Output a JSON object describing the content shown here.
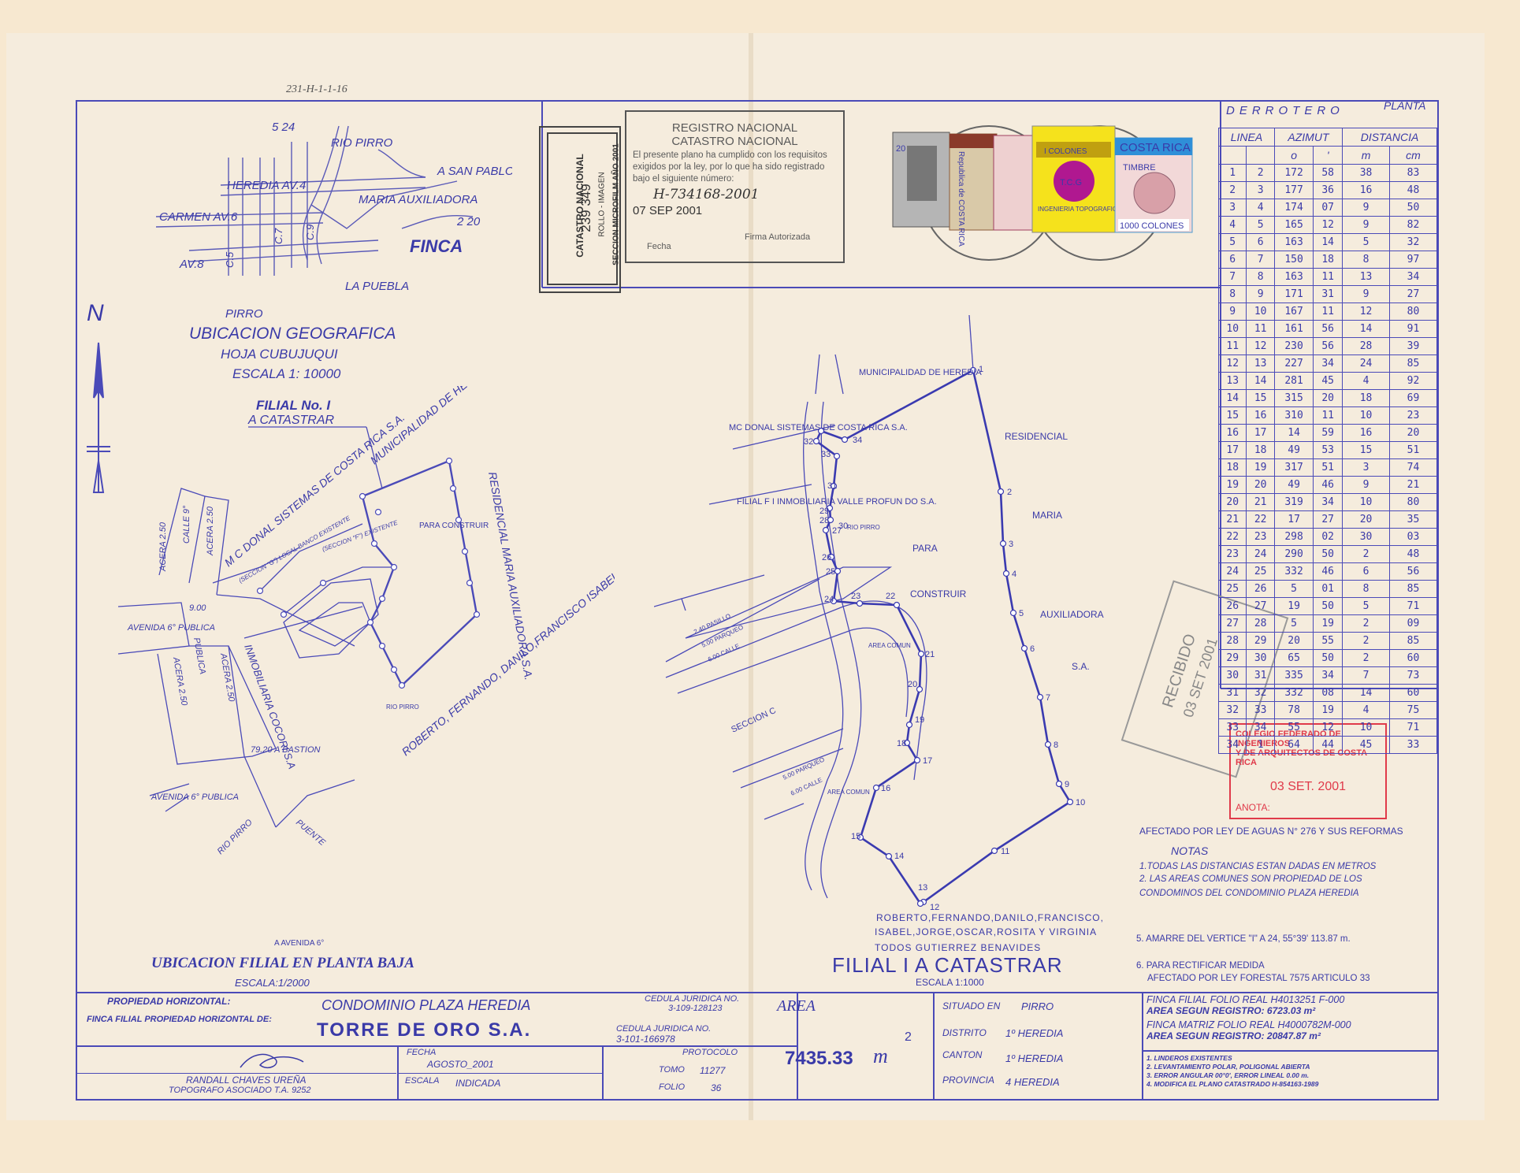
{
  "file_ref": "231-H-1-1-16",
  "location_map": {
    "labels": {
      "n524": "5 24",
      "rio_pirro": "RIO PIRRO",
      "a_san_pablo": "A SAN PABLO",
      "heredia_av4": "HEREDIA AV.4",
      "maria_aux": "MARIA AUXILIADORA",
      "n220": "2 20",
      "carmen_av6": "CARMEN AV.6",
      "c7": "C.7",
      "c9": "C.9",
      "c5": "C.5",
      "av8": "AV.8",
      "finca": "FINCA",
      "la_puebla": "LA PUEBLA",
      "pirro": "PIRRO"
    },
    "title": "UBICACION GEOGRAFICA",
    "hoja": "HOJA CUBUJUQUI",
    "escala": "ESCALA 1: 10000"
  },
  "north": "N",
  "left_plan": {
    "filial_label": "FILIAL No. I",
    "a_catastrar": "A CATASTRAR",
    "title": "UBICACION FILIAL EN PLANTA BAJA",
    "escala": "ESCALA:1/2000",
    "labels": {
      "municipalidad": "MUNICIPALIDAD DE HEREDIA",
      "mcdonal": "M C DONAL SISTEMAS DE COSTA RICA S.A.",
      "residencial": "RESIDENCIAL MARIA AUXILIADORA S.A.",
      "para_construir": "PARA CONSTRUIR",
      "owners": "ROBERTO, FERNANDO, DANILO,FRANCISCO ISABEL, JORGE, OSCAR, ROSITA, Y VIRGINIA GUTIERREZ BENAVIDES",
      "acera1": "ACERA 2.50",
      "calle9": "CALLE 9°",
      "acera2": "ACERA 2.50",
      "av6_publica": "AVENIDA 6° PUBLICA",
      "n900": "9.00",
      "publica": "PUBLICA",
      "acera3": "ACERA 2.50",
      "acera4": "ACERA 2.50",
      "inmobiliaria": "INMOBILIARIA COCORI S.A",
      "bastion": "79.20 A BASTION",
      "av6_publica2": "AVENIDA 6° PUBLICA",
      "puente": "PUENTE",
      "rio_pirro": "RIO PIRRO",
      "a_av6": "A AVENIDA 6°",
      "rio_pirro2": "RIO PIRRO",
      "seccion_g": "(SECCION \"G\") LOCAL BANCO EXISTENTE",
      "seccion_f": "(SECCION \"F\") EXISTENTE"
    }
  },
  "main_plan": {
    "title": "FILIAL I A CATASTRAR",
    "escala": "ESCALA 1:1000",
    "labels": {
      "municipalidad": "MUNICIPALIDAD DE HEREDIA",
      "mcdonal": "MC DONAL SISTEMAS DE COSTA RICA S.A.",
      "filial_f1": "FILIAL F I INMOBILIARIA VALLE PROFUN DO S.A.",
      "rio_pirro": "RIO PIRRO",
      "residencial": "RESIDENCIAL",
      "maria": "MARIA",
      "para": "PARA",
      "construir": "CONSTRUIR",
      "auxiliadora": "AUXILIADORA",
      "sa": "S.A.",
      "area_comun1": "AREA COMUN",
      "area_comun2": "AREA COMUN",
      "seccion_c": "SECCION C",
      "pasillo": "2.40 PASILLO",
      "parqueo1": "5.00 PARQUEO",
      "calle1": "6.00 CALLE",
      "parqueo2": "5.00 PARQUEO",
      "calle2": "6.00 CALLE",
      "owners1": "ROBERTO,FERNANDO,DANILO,FRANCISCO,",
      "owners2": "ISABEL,JORGE,OSCAR,ROSITA Y VIRGINIA",
      "owners3": "TODOS GUTIERREZ BENAVIDES"
    },
    "vertices": [
      "1",
      "2",
      "3",
      "4",
      "5",
      "6",
      "7",
      "8",
      "9",
      "10",
      "11",
      "12",
      "13",
      "14",
      "15",
      "16",
      "17",
      "18",
      "19",
      "20",
      "21",
      "22",
      "23",
      "24",
      "25",
      "26",
      "27",
      "28",
      "29",
      "30",
      "31",
      "32",
      "33",
      "34"
    ]
  },
  "stamps": {
    "catastro_nacional": "CATASTRO NACIONAL",
    "catastro_num": "239 349",
    "rollo": "ROLLO - IMAGEN",
    "microfilm": "SECCION MICROFILM AÑO 2001",
    "registro_title1": "REGISTRO NACIONAL",
    "registro_title2": "CATASTRO NACIONAL",
    "registro_text": "El presente plano ha cumplido con los requisitos exigidos por la ley, por lo que ha sido registrado bajo el siguiente número:",
    "plano_num": "H-734168-2001",
    "registro_date": "07 SEP 2001",
    "fecha_label": "Fecha",
    "firma_label": "Firma Autorizada",
    "colegio1": "COLEGIO FEDERADO DE INGENIEROS",
    "colegio2": "Y DE ARQUITECTOS DE COSTA RICA",
    "colegio_date": "03 SET. 2001",
    "anota": "ANOTA:",
    "recibido": "RECIBIDO",
    "recibido_date": "03 SET 2001",
    "timbre1_top": "COSTA RICA",
    "timbre1_label": "TIMBRE",
    "timbre1_value": "1000 COLONES",
    "timbre2": "INGENIERIA TOPOGRAFICA Y GEODESICA",
    "timbre2_top": "I COLONES",
    "timbre_ctg": "T.C.G",
    "timbre_republica": "Republica de COSTA RICA",
    "timbre_20": "20"
  },
  "derrotero": {
    "title": "DERROTERO",
    "planta": "PLANTA",
    "headers": [
      "LINEA",
      "AZIMUT",
      "DISTANCIA"
    ],
    "subheaders": [
      "",
      "",
      "o",
      "'",
      "m",
      "cm"
    ],
    "rows": [
      [
        "1",
        "2",
        "172",
        "58",
        "38",
        "83"
      ],
      [
        "2",
        "3",
        "177",
        "36",
        "16",
        "48"
      ],
      [
        "3",
        "4",
        "174",
        "07",
        "9",
        "50"
      ],
      [
        "4",
        "5",
        "165",
        "12",
        "9",
        "82"
      ],
      [
        "5",
        "6",
        "163",
        "14",
        "5",
        "32"
      ],
      [
        "6",
        "7",
        "150",
        "18",
        "8",
        "97"
      ],
      [
        "7",
        "8",
        "163",
        "11",
        "13",
        "34"
      ],
      [
        "8",
        "9",
        "171",
        "31",
        "9",
        "27"
      ],
      [
        "9",
        "10",
        "167",
        "11",
        "12",
        "80"
      ],
      [
        "10",
        "11",
        "161",
        "56",
        "14",
        "91"
      ],
      [
        "11",
        "12",
        "230",
        "56",
        "28",
        "39"
      ],
      [
        "12",
        "13",
        "227",
        "34",
        "24",
        "85"
      ],
      [
        "13",
        "14",
        "281",
        "45",
        "4",
        "92"
      ],
      [
        "14",
        "15",
        "315",
        "20",
        "18",
        "69"
      ],
      [
        "15",
        "16",
        "310",
        "11",
        "10",
        "23"
      ],
      [
        "16",
        "17",
        "14",
        "59",
        "16",
        "20"
      ],
      [
        "17",
        "18",
        "49",
        "53",
        "15",
        "51"
      ],
      [
        "18",
        "19",
        "317",
        "51",
        "3",
        "74"
      ],
      [
        "19",
        "20",
        "49",
        "46",
        "9",
        "21"
      ],
      [
        "20",
        "21",
        "319",
        "34",
        "10",
        "80"
      ],
      [
        "21",
        "22",
        "17",
        "27",
        "20",
        "35"
      ],
      [
        "22",
        "23",
        "298",
        "02",
        "30",
        "03"
      ],
      [
        "23",
        "24",
        "290",
        "50",
        "2",
        "48"
      ],
      [
        "24",
        "25",
        "332",
        "46",
        "6",
        "56"
      ],
      [
        "25",
        "26",
        "5",
        "01",
        "8",
        "85"
      ],
      [
        "26",
        "27",
        "19",
        "50",
        "5",
        "71"
      ],
      [
        "27",
        "28",
        "5",
        "19",
        "2",
        "09"
      ],
      [
        "28",
        "29",
        "20",
        "55",
        "2",
        "85"
      ],
      [
        "29",
        "30",
        "65",
        "50",
        "2",
        "60"
      ],
      [
        "30",
        "31",
        "335",
        "34",
        "7",
        "73"
      ],
      [
        "31",
        "32",
        "332",
        "08",
        "14",
        "60"
      ],
      [
        "32",
        "33",
        "78",
        "19",
        "4",
        "75"
      ],
      [
        "33",
        "34",
        "55",
        "12",
        "10",
        "71"
      ],
      [
        "34",
        "1",
        "64",
        "44",
        "45",
        "33"
      ]
    ]
  },
  "notes": {
    "afectado": "AFECTADO POR LEY DE AGUAS N° 276 Y SUS REFORMAS",
    "notas": "NOTAS",
    "n1": "1.TODAS LAS DISTANCIAS ESTAN DADAS EN METROS",
    "n2a": "2. LAS AREAS COMUNES SON PROPIEDAD DE LOS",
    "n2b": "CONDOMINOS DEL CONDOMINIO PLAZA HEREDIA",
    "n5": "5. AMARRE DEL VERTICE \"I\" A 24, 55°39' 113.87 m.",
    "n6a": "6. PARA RECTIFICAR MEDIDA",
    "n6b": "AFECTADO POR LEY FORESTAL 7575 ARTICULO 33"
  },
  "title_block": {
    "prop_horizontal_label": "PROPIEDAD HORIZONTAL:",
    "prop_horizontal": "CONDOMINIO PLAZA HEREDIA",
    "finca_filial_label": "FINCA FILIAL PROPIEDAD HORIZONTAL DE:",
    "finca_filial": "TORRE DE ORO S.A.",
    "cedula1_label": "CEDULA JURIDICA NO.",
    "cedula1": "3-109-128123",
    "cedula2_label": "CEDULA JURIDICA NO.",
    "cedula2": "3-101-166978",
    "topografo": "RANDALL CHAVES UREÑA",
    "topografo_title": "TOPOGRAFO ASOCIADO T.A. 9252",
    "fecha_label": "FECHA",
    "fecha": "AGOSTO_2001",
    "escala_label": "ESCALA",
    "escala": "INDICADA",
    "protocolo_label": "PROTOCOLO",
    "tomo_label": "TOMO",
    "tomo": "11277",
    "folio_label": "FOLIO",
    "folio": "36",
    "area_label": "AREA",
    "area": "7435.33",
    "area_unit": "m",
    "area_exp": "2",
    "situado_label": "SITUADO EN",
    "situado": "PIRRO",
    "distrito_label": "DISTRITO",
    "distrito": "1º HEREDIA",
    "canton_label": "CANTON",
    "canton": "1º HEREDIA",
    "provincia_label": "PROVINCIA",
    "provincia": "4 HEREDIA",
    "finca_filial_folio": "FINCA FILIAL FOLIO REAL H4013251 F-000",
    "area_reg1": "AREA SEGUN REGISTRO: 6723.03 m²",
    "finca_matriz": "FINCA MATRIZ FOLIO REAL H4000782M-000",
    "area_reg2": "AREA SEGUN REGISTRO: 20847.87 m²",
    "notes": [
      "1. LINDEROS EXISTENTES",
      "2. LEVANTAMIENTO POLAR, POLIGONAL ABIERTA",
      "3. ERROR ANGULAR 00°0', ERROR LINEAL 0.00 m.",
      "4. MODIFICA EL PLANO CATASTRADO H-854163-1989"
    ]
  },
  "colors": {
    "ink": "#3a3aa8",
    "paper": "#f5ecdd",
    "red_stamp": "#e03a4a",
    "gray_stamp": "#6b6b6b"
  }
}
